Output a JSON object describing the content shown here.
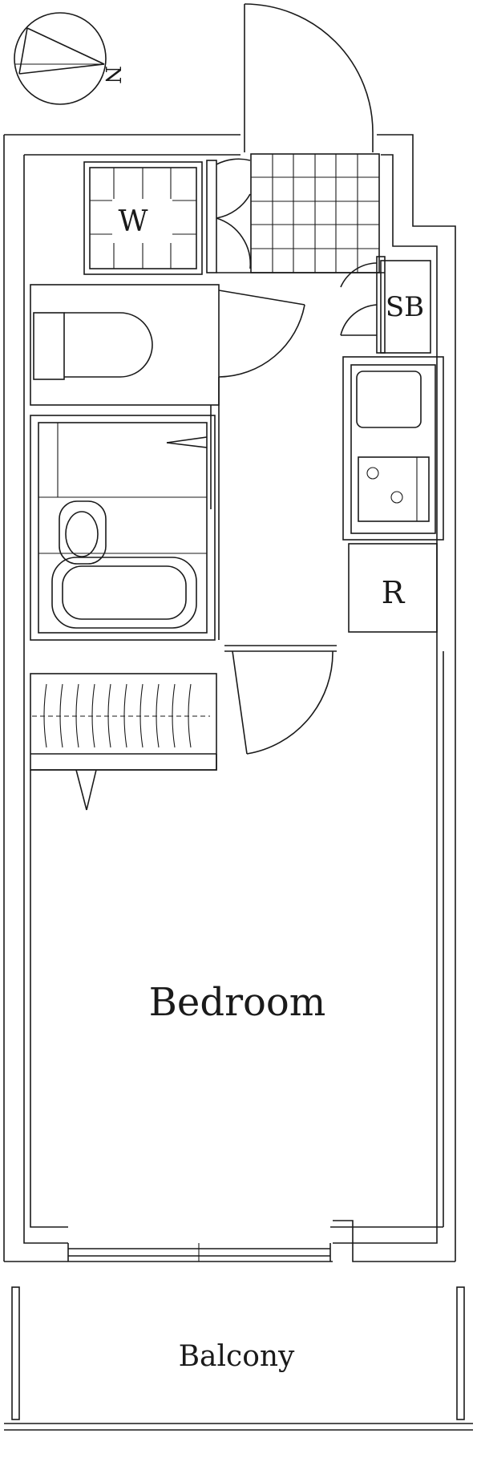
{
  "floorplan": {
    "compass": {
      "north_label": "N"
    },
    "rooms": {
      "washer": "W",
      "shoe_box": "SB",
      "refrigerator": "R",
      "bedroom": "Bedroom",
      "balcony": "Balcony"
    }
  }
}
